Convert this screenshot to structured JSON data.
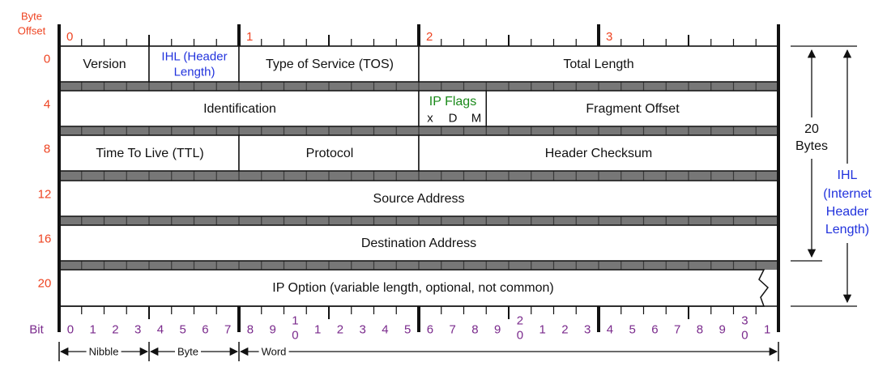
{
  "header": {
    "byte_offset_label": [
      "Byte",
      "Offset"
    ],
    "byte_numbers": [
      "0",
      "1",
      "2",
      "3"
    ]
  },
  "row_offsets": [
    "0",
    "4",
    "8",
    "12",
    "16",
    "20"
  ],
  "fields": {
    "version": "Version",
    "ihl_header_length": [
      "IHL (Header",
      "Length)"
    ],
    "tos": "Type of Service (TOS)",
    "total_length": "Total Length",
    "identification": "Identification",
    "ip_flags": "IP Flags",
    "flag_bits": [
      "x",
      "D",
      "M"
    ],
    "fragment_offset": "Fragment Offset",
    "ttl": "Time To Live (TTL)",
    "protocol": "Protocol",
    "header_checksum": "Header Checksum",
    "source_address": "Source Address",
    "destination_address": "Destination Address",
    "ip_option": "IP Option (variable length, optional, not common)"
  },
  "right_annotations": {
    "twenty_bytes": [
      "20",
      "Bytes"
    ],
    "ihl": [
      "IHL",
      "(Internet",
      "Header",
      "Length)"
    ]
  },
  "bit_axis": {
    "label": "Bit",
    "single": [
      "0",
      "1",
      "2",
      "3",
      "4",
      "5",
      "6",
      "7",
      "8",
      "9",
      "1",
      "2",
      "3",
      "4",
      "5",
      "6",
      "7",
      "8",
      "9",
      "1",
      "2",
      "3",
      "4",
      "5",
      "6",
      "7",
      "8",
      "9",
      "1"
    ],
    "tens_top": [
      "1",
      "2",
      "3"
    ],
    "tens_bottom": [
      "0",
      "0",
      "0"
    ]
  },
  "units": {
    "nibble": "Nibble",
    "byte": "Byte",
    "word": "Word"
  },
  "colors": {
    "red": "#ee4422",
    "blue": "#2233dd",
    "green": "#1a8a1a",
    "purple": "#7a2a8c",
    "separator": "#777777",
    "separator_dark": "#3a3a3a",
    "border": "#111111"
  }
}
